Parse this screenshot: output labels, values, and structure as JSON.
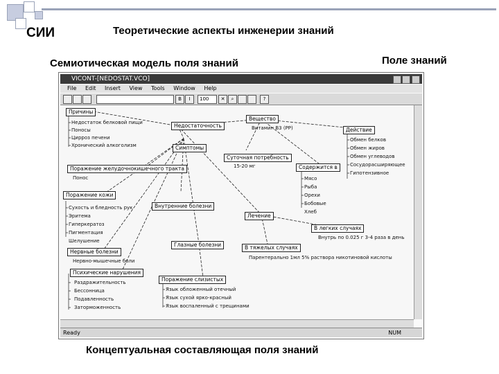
{
  "slide": {
    "abbr": "СИИ",
    "heading": "Теоретические аспекты инженерии знаний",
    "subheading": "Семиотическая модель поля знаний",
    "right_label": "Поле знаний",
    "caption": "Концептуальная составляющая поля знаний"
  },
  "window": {
    "title": "VICONT-[NEDOSTAT.VCO]",
    "menu": [
      "File",
      "Edit",
      "Insert",
      "View",
      "Tools",
      "Window",
      "Help"
    ],
    "zoom": "100",
    "status_left": "Ready",
    "status_right": "NUM"
  },
  "diagram": {
    "nodes": {
      "prichiny": "Причины",
      "nedostatochnost": "Недостаточность",
      "veshchestvo": "Вещество",
      "deistvie": "Действие",
      "simptomy": "Симптомы",
      "sutochnaya": "Суточная потребность",
      "soderzhitsya": "Содержится в",
      "porazhenie_zhkt": "Поражение желудочнокишечного тракта",
      "porazhenie_kozhi": "Поражение кожи",
      "vnutrennie": "Внутренние болезни",
      "lechenie": "Лечение",
      "v_legkih": "В легких случаях",
      "nervnye": "Нервные болезни",
      "glaznye": "Глазные болезни",
      "v_tyazhelyh": "В тяжелых случаях",
      "psihicheskie": "Психические нарушения",
      "porazhenie_slizistyh": "Поражение слизистых"
    },
    "leaves": {
      "prichiny": [
        "Недостаток белковой пищи",
        "Поносы",
        "Цирроз печени",
        "Хронический алкоголизм"
      ],
      "veshchestvo": [
        "Витамин В3 (РР)"
      ],
      "deistvie": [
        "Обмен белков",
        "Обмен жиров",
        "Обмен углеводов",
        "Сосудорасширяющее",
        "Гипотензивное"
      ],
      "sutochnaya": [
        "15-20 мг"
      ],
      "soderzhitsya": [
        "Мясо",
        "Рыба",
        "Орехи",
        "Бобовые",
        "Хлеб"
      ],
      "porazhenie_zhkt": [
        "Понос"
      ],
      "porazhenie_kozhi": [
        "Сухость и бледность рук",
        "Эритема",
        "Гиперкератоз",
        "Пигментация",
        "Шелушение"
      ],
      "v_legkih": [
        "Внутрь по 0.025 г 3-4 раза в день"
      ],
      "nervnye": [
        "Нервно-мышечные боли"
      ],
      "v_tyazhelyh": [
        "Парентерально 1мл 5% раствора никотиновой кислоты"
      ],
      "psihicheskie": [
        "Раздражительность",
        "Бессонница",
        "Подавленность",
        "Заторможенность"
      ],
      "porazhenie_slizistyh": [
        "Язык обложенный отечный",
        "Язык сухой ярко-красный",
        "Язык воспаленный с трещинами"
      ]
    }
  }
}
